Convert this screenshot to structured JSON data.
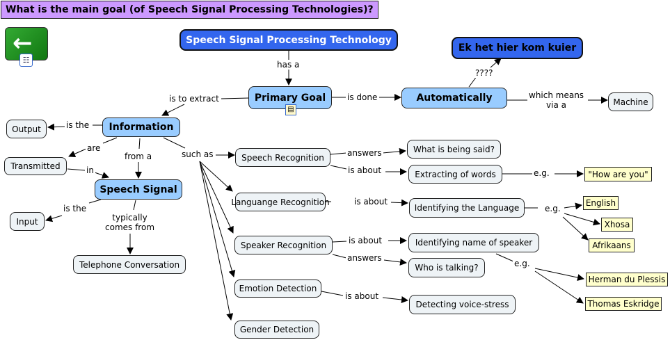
{
  "title": "What is the main goal (of Speech Signal Processing Technologies)?",
  "icons": {
    "back": "back-arrow-icon",
    "concept_map": "concept-map-icon",
    "resource": "resource-document-icon"
  },
  "colors": {
    "title_bg": "#cc99ff",
    "root_bg": "#3366ee",
    "primary_bg": "#99ccff",
    "leaf_bg": "#eef3f6",
    "example_bg": "#ffffcc"
  },
  "nodes": {
    "root": "Speech Signal Processing Technology",
    "ek": "Ek het hier kom kuier",
    "primary_goal": "Primary Goal",
    "automatically": "Automatically",
    "machine": "Machine",
    "information": "Information",
    "output": "Output",
    "transmitted": "Transmitted",
    "speech_signal": "Speech Signal",
    "input": "Input",
    "telephone": "Telephone Conversation",
    "speech_rec": "Speech Recognition",
    "lang_rec": "Languange Recognition",
    "speaker_rec": "Speaker Recognition",
    "emotion": "Emotion Detection",
    "gender": "Gender Detection",
    "what_said": "What is being said?",
    "extracting": "Extracting of words",
    "how_are_you": "\"How are you\"",
    "identify_lang": "Identifying the Language",
    "english": "English",
    "xhosa": "Xhosa",
    "afrikaans": "Afrikaans",
    "identify_name": "Identifying name of speaker",
    "who_talking": "Who is talking?",
    "herman": "Herman du Plessis",
    "thomas": "Thomas Eskridge",
    "voice_stress": "Detecting voice-stress"
  },
  "links": {
    "has_a": "has a",
    "qqq": "????",
    "is_done": "is done",
    "which_means": "which means\nvia a",
    "is_to_extract": "is to extract",
    "is_the_out": "is the",
    "are": "are",
    "from_a": "from a",
    "such_as": "such as",
    "in": "in",
    "is_the_in": "is the",
    "typically": "typically\ncomes from",
    "answers1": "answers",
    "is_about1": "is about",
    "eg1": "e.g.",
    "is_about2": "is about",
    "eg2": "e.g.",
    "is_about3": "is about",
    "answers2": "answers",
    "eg3": "e.g.",
    "is_about4": "is about"
  }
}
